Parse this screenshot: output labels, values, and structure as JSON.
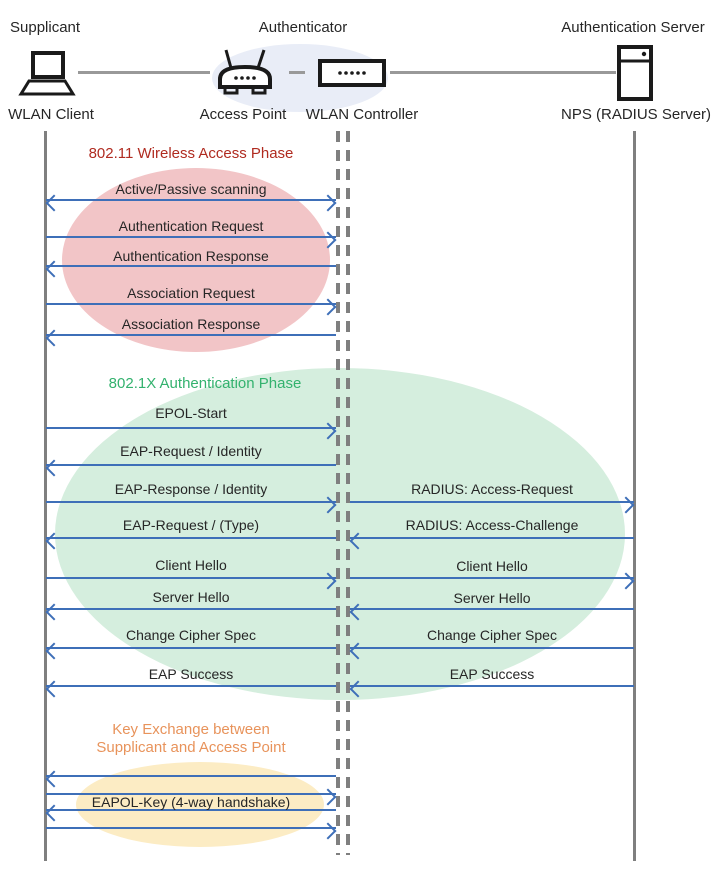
{
  "colors": {
    "arrow": "#3E6FB8",
    "lifeline": "#7F7F7F",
    "headerline": "#999999",
    "text": "#262626",
    "p1title": "#B02B20",
    "p1fill": "#F2C5C7",
    "p2title": "#33B26E",
    "p2fill": "#D5EEDE",
    "p3title": "#E8935B",
    "p3fill": "#FCECC4",
    "hdrfill": "#E9EDF7"
  },
  "header": {
    "roles": {
      "supplicant": "Supplicant",
      "authenticator": "Authenticator",
      "auth_server": "Authentication Server"
    },
    "devices": {
      "wlan_client": "WLAN Client",
      "access_point": "Access Point",
      "wlan_controller": "WLAN Controller",
      "nps": "NPS (RADIUS Server)"
    },
    "icons": [
      "laptop-icon",
      "access-point-icon",
      "wlan-controller-icon",
      "server-icon"
    ]
  },
  "phase1": {
    "title": "802.11 Wireless Access Phase",
    "messages": [
      {
        "label": "Active/Passive scanning",
        "direction": "both"
      },
      {
        "label": "Authentication Request",
        "direction": "right"
      },
      {
        "label": "Authentication Response",
        "direction": "left"
      },
      {
        "label": "Association Request",
        "direction": "right"
      },
      {
        "label": "Association Response",
        "direction": "left"
      }
    ]
  },
  "phase2": {
    "title": "802.1X Authentication Phase",
    "left_messages": [
      {
        "label": "EPOL-Start",
        "direction": "right"
      },
      {
        "label": "EAP-Request / Identity",
        "direction": "left"
      },
      {
        "label": "EAP-Response / Identity",
        "direction": "right"
      },
      {
        "label": "EAP-Request / (Type)",
        "direction": "left"
      },
      {
        "label": "Client Hello",
        "direction": "right"
      },
      {
        "label": "Server Hello",
        "direction": "left"
      },
      {
        "label": "Change Cipher Spec",
        "direction": "left"
      },
      {
        "label": "EAP Success",
        "direction": "left"
      }
    ],
    "right_messages": [
      {
        "label": "RADIUS: Access-Request",
        "direction": "right"
      },
      {
        "label": "RADIUS: Access-Challenge",
        "direction": "left"
      },
      {
        "label": "Client Hello",
        "direction": "right"
      },
      {
        "label": "Server Hello",
        "direction": "left"
      },
      {
        "label": "Change Cipher Spec",
        "direction": "left"
      },
      {
        "label": "EAP Success",
        "direction": "left"
      }
    ]
  },
  "phase3": {
    "title_line1": "Key Exchange between",
    "title_line2": "Supplicant and Access Point",
    "label": "EAPOL-Key (4-way handshake)",
    "arrows": [
      "left",
      "right",
      "left",
      "right"
    ]
  }
}
